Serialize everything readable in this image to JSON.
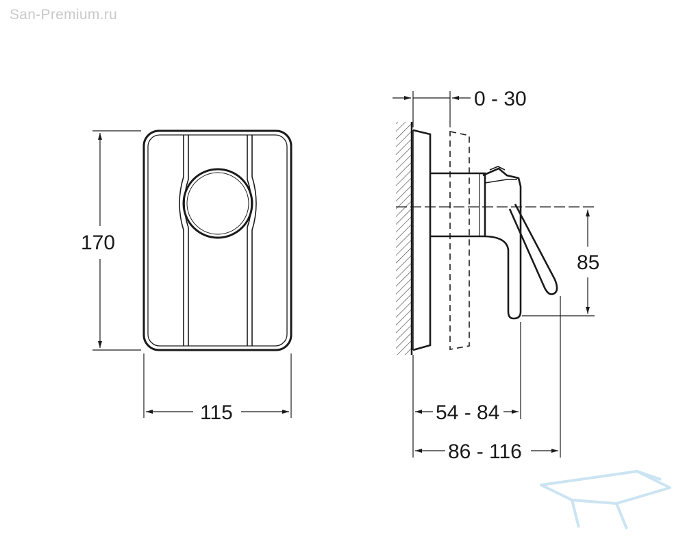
{
  "watermark": "San-Premium.ru",
  "dimensions": {
    "front_height": "170",
    "front_width": "115",
    "side_adjust": "0 - 30",
    "side_lever_height": "85",
    "side_depth_body": "54 - 84",
    "side_depth_total": "86 - 116"
  },
  "colors": {
    "line": "#1a1a1a",
    "watermark": "#c9c9c9",
    "logo": "#a9d3ea"
  }
}
